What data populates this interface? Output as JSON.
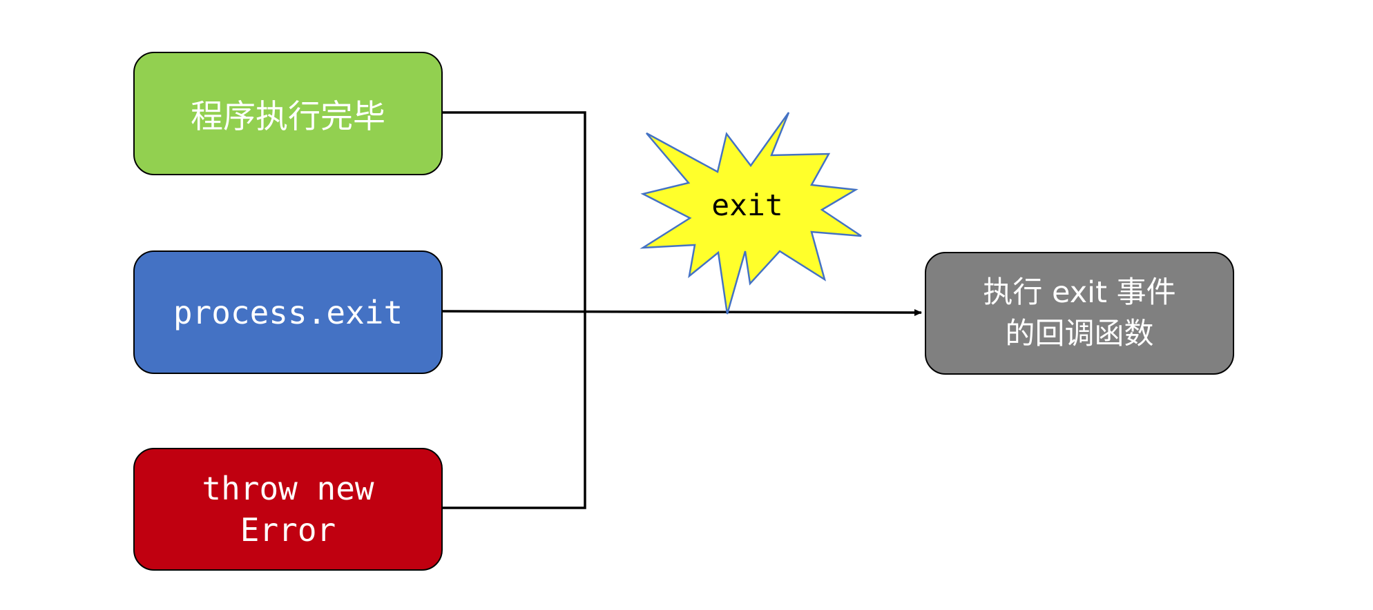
{
  "colors": {
    "complete_fill": "#92d050",
    "process_exit_fill": "#4472c4",
    "throw_fill": "#c00010",
    "callback_fill": "#808080",
    "burst_fill": "#ffff2b",
    "burst_stroke": "#4472c4",
    "connector": "#000000"
  },
  "nodes": {
    "program_complete": {
      "label": "程序执行完毕"
    },
    "process_exit": {
      "label": "process.exit"
    },
    "throw_error": {
      "label": "throw new\nError"
    },
    "exit_callback": {
      "label": "执行 exit 事件\n的回调函数"
    }
  },
  "event": {
    "label": "exit",
    "shape": "explosion-burst"
  },
  "edges": [
    {
      "from": "program_complete",
      "to": "exit_callback"
    },
    {
      "from": "process_exit",
      "to": "exit_callback"
    },
    {
      "from": "throw_error",
      "to": "exit_callback"
    }
  ]
}
